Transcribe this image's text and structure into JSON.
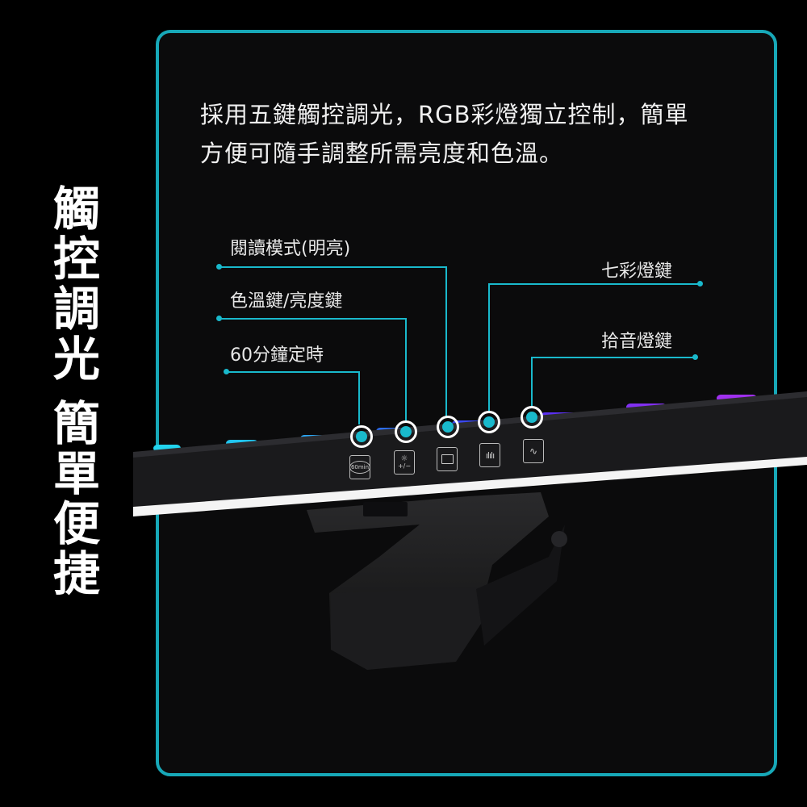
{
  "vertical_title": [
    "觸",
    "控",
    "調",
    "光",
    "簡",
    "單",
    "便",
    "捷"
  ],
  "description": [
    "採用五鍵觸控調光，RGB彩燈獨立控制，簡單",
    "方便可隨手調整所需亮度和色溫。"
  ],
  "labels": {
    "reading_mode": "閱讀模式(明亮)",
    "color_temp_brightness": "色溫鍵/亮度鍵",
    "timer_60": "60分鐘定時",
    "rainbow": "七彩燈鍵",
    "sound_pickup": "拾音燈鍵"
  },
  "buttons": {
    "timer_icon_text": "60min",
    "brightness_icon_text": "+/−"
  },
  "colors": {
    "accent": "#19b9cc",
    "frame_border": "#17a8b8"
  }
}
